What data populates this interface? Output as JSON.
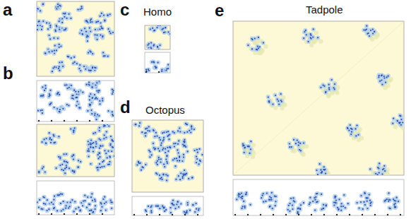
{
  "diagram": {
    "labels": [
      "a",
      "b",
      "c",
      "Homo",
      "d",
      "Octopus",
      "e",
      "Tadpole"
    ]
  }
}
